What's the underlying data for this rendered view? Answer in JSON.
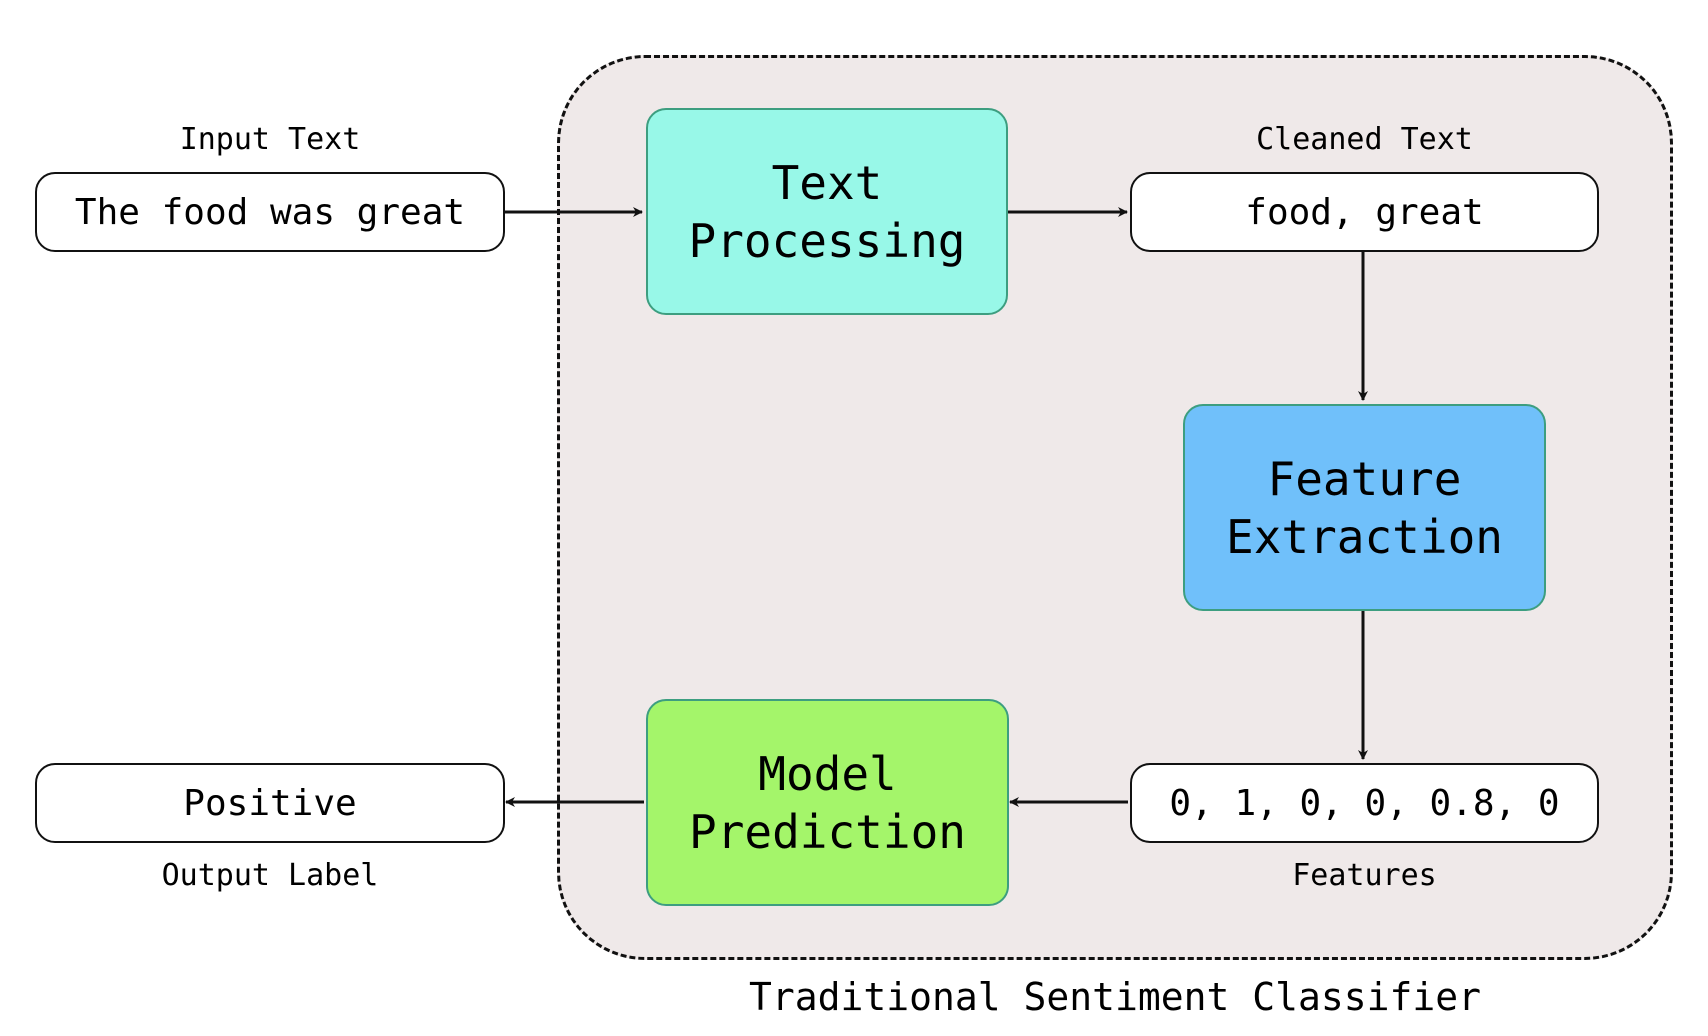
{
  "group": {
    "label": "Traditional Sentiment Classifier"
  },
  "input": {
    "caption": "Input Text",
    "value": "The food was great"
  },
  "cleaned": {
    "caption": "Cleaned Text",
    "value": "food, great"
  },
  "features": {
    "caption": "Features",
    "value": "0, 1, 0, 0, 0.8, 0"
  },
  "output": {
    "caption": "Output Label",
    "value": "Positive"
  },
  "steps": {
    "text_processing": {
      "label": "Text\nProcessing",
      "color": "#98f8e8"
    },
    "feature_extraction": {
      "label": "Feature\nExtraction",
      "color": "#70c0fa"
    },
    "model_prediction": {
      "label": "Model\nPrediction",
      "color": "#a4f56a"
    }
  }
}
